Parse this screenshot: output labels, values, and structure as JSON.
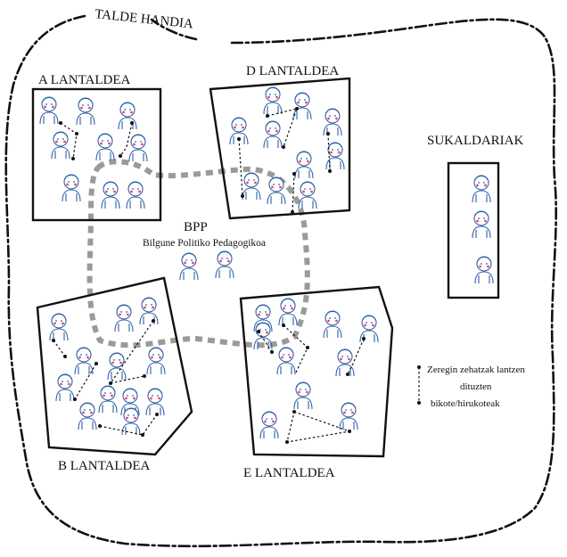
{
  "title": "TALDE HANDIA",
  "groups": {
    "a": "A LANTALDEA",
    "b": "B LANTALDEA",
    "d": "D LANTALDEA",
    "e": "E LANTALDEA"
  },
  "kitchen": "SUKALDARIAK",
  "bpp": {
    "abbr": "BPP",
    "full": "Bilgune Politiko Pedagogikoa"
  },
  "legend": {
    "line1": "Zeregin zehatzak lantzen",
    "line2": "dituzten",
    "line3": "bikote/hirukoteak"
  },
  "colors": {
    "figure_outline": "#2f5fa8",
    "figure_cheeks": "#e44a6a",
    "bpp_path": "#9a9a9a",
    "ink": "#111111"
  }
}
